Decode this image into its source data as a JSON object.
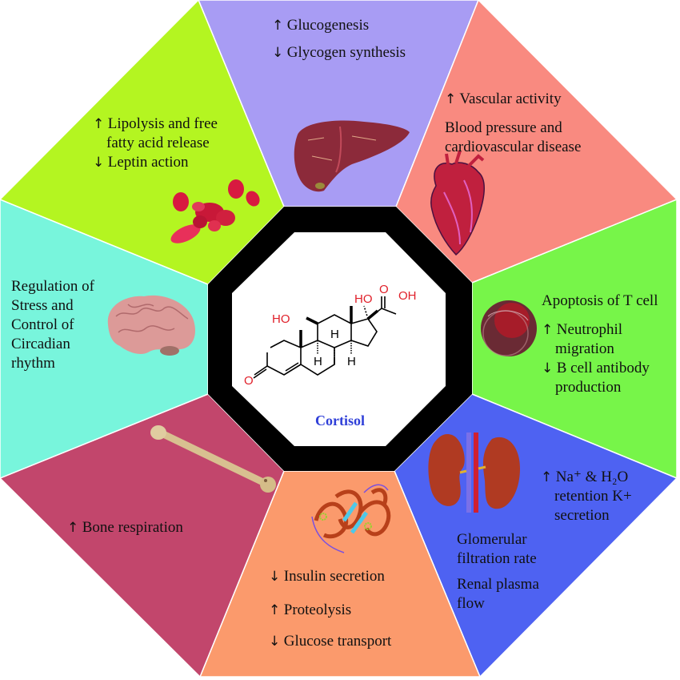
{
  "center": {
    "title": "Cortisol",
    "molecule_labels": {
      "ho_11": "HO",
      "ho_17": "HO",
      "oh_21": "OH",
      "o_20": "O",
      "o_3": "O",
      "h_8": "H",
      "h_9": "H",
      "h_14": "H"
    }
  },
  "colors": {
    "liver": "#a89cf4",
    "heart": "#f98a80",
    "immune": "#77f549",
    "kidney": "#4e62f2",
    "pancreas": "#fb9a6c",
    "bone": "#c2466c",
    "brain": "#78f5dc",
    "fat": "#b4f521",
    "ring": "#000000",
    "title": "#2f3fd8"
  },
  "segments": {
    "liver": {
      "icon": "liver-icon",
      "lines": [
        {
          "arrow": "↑",
          "text": "Glucogenesis"
        },
        {
          "arrow": "↓",
          "text": "Glycogen synthesis"
        }
      ]
    },
    "heart": {
      "icon": "heart-icon",
      "lines": [
        {
          "arrow": "↑",
          "text": "Vascular activity"
        },
        {
          "arrow": "",
          "text": "Blood pressure and"
        },
        {
          "arrow": "",
          "text": "cardiovascular disease"
        }
      ]
    },
    "immune": {
      "icon": "t-cell-icon",
      "lines": [
        {
          "arrow": "",
          "text": "Apoptosis of T cell"
        },
        {
          "arrow": "↑",
          "text": "Neutrophil"
        },
        {
          "arrow": "",
          "text": "migration"
        },
        {
          "arrow": "↓",
          "text": "B cell antibody"
        },
        {
          "arrow": "",
          "text": "production"
        }
      ]
    },
    "kidney": {
      "icon": "kidney-icon",
      "lines": [
        {
          "arrow": "↑",
          "text": "Na⁺ & H₂O"
        },
        {
          "arrow": "",
          "text": "retention K+"
        },
        {
          "arrow": "",
          "text": "secretion"
        },
        {
          "arrow": "",
          "text": "Glomerular"
        },
        {
          "arrow": "",
          "text": "filtration rate"
        },
        {
          "arrow": "",
          "text": "Renal plasma"
        },
        {
          "arrow": "",
          "text": "flow"
        }
      ]
    },
    "pancreas": {
      "icon": "insulin-protein-icon",
      "lines": [
        {
          "arrow": "↓",
          "text": "Insulin secretion"
        },
        {
          "arrow": "↑",
          "text": "Proteolysis"
        },
        {
          "arrow": "↓",
          "text": "Glucose transport"
        }
      ]
    },
    "bone": {
      "icon": "bone-icon",
      "lines": [
        {
          "arrow": "↑",
          "text": "Bone respiration"
        }
      ]
    },
    "brain": {
      "icon": "brain-icon",
      "lines": [
        {
          "arrow": "",
          "text": "Regulation of"
        },
        {
          "arrow": "",
          "text": "Stress and"
        },
        {
          "arrow": "",
          "text": "Control of"
        },
        {
          "arrow": "",
          "text": "Circadian"
        },
        {
          "arrow": "",
          "text": "rhythm"
        }
      ]
    },
    "fat": {
      "icon": "red-blood-cells-icon",
      "lines": [
        {
          "arrow": "↑",
          "text": "Lipolysis and free"
        },
        {
          "arrow": "",
          "text": "fatty acid release"
        },
        {
          "arrow": "↓",
          "text": "Leptin action"
        }
      ]
    }
  }
}
